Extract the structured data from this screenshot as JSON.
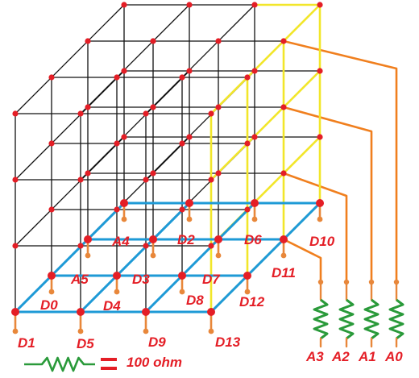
{
  "colors": {
    "frame": "#111111",
    "layer_bottom": "#1e9ad6",
    "layer_right": "#f2e62a",
    "anode_wire": "#f07f1e",
    "pin": "#e8873a",
    "resistor": "#2a9a3a",
    "node": "#e41e26",
    "label": "#e41e26"
  },
  "cathode_labels": [
    "D0",
    "D1",
    "D2",
    "D3",
    "D4",
    "D5",
    "D6",
    "D7",
    "D8",
    "D9",
    "D10",
    "D11",
    "D12",
    "D13"
  ],
  "anode_labels": [
    "A0",
    "A1",
    "A2",
    "A3",
    "A4",
    "A5"
  ],
  "legend": {
    "value": "100 ohm"
  }
}
